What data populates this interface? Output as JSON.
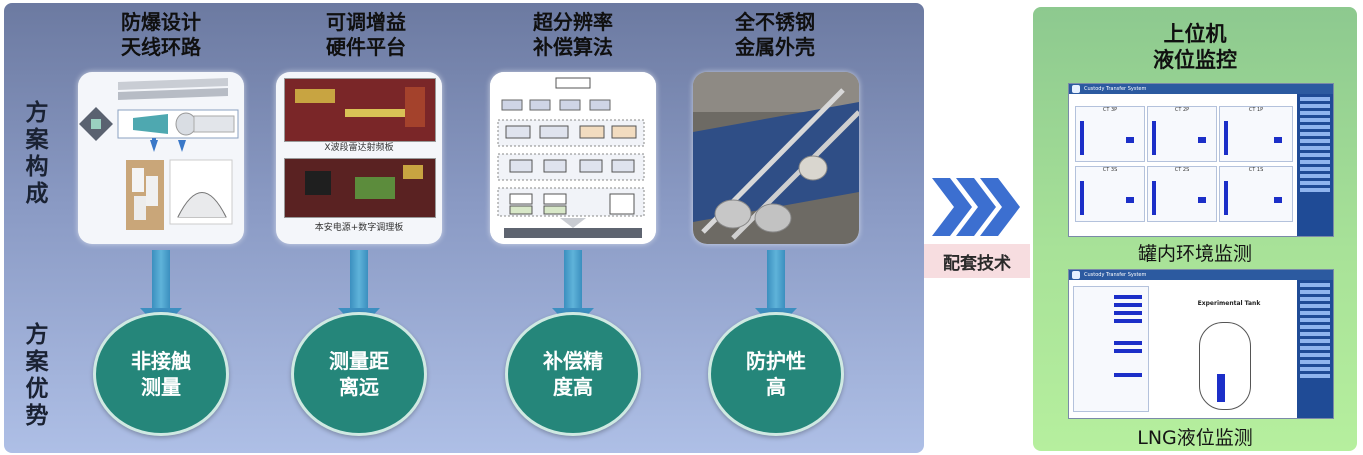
{
  "left": {
    "side_labels": [
      {
        "text": "方案构成"
      },
      {
        "text": "方案优势"
      }
    ],
    "columns": [
      {
        "title_line1": "防爆设计",
        "title_line2": "天线环路",
        "card_icon": "antenna-loop-image",
        "advantage_line1": "非接触",
        "advantage_line2": "测量"
      },
      {
        "title_line1": "可调增益",
        "title_line2": "硬件平台",
        "card_icon": "pcb-board-image",
        "board1_label": "X波段雷达射频板",
        "board2_label": "本安电源+数字调理板",
        "advantage_line1": "测量距",
        "advantage_line2": "离远"
      },
      {
        "title_line1": "超分辨率",
        "title_line2": "补偿算法",
        "card_icon": "algorithm-flowchart-image",
        "advantage_line1": "补偿精",
        "advantage_line2": "度高"
      },
      {
        "title_line1": "全不锈钢",
        "title_line2": "金属外壳",
        "card_icon": "steel-housing-photo",
        "advantage_line1": "防护性",
        "advantage_line2": "高"
      }
    ]
  },
  "middle": {
    "tag": "配套技术",
    "arrow_icon": "triple-chevron-right-icon",
    "arrow_color": "#3c6fd0"
  },
  "right": {
    "title_line1": "上位机",
    "title_line2": "液位监控",
    "screenshot1": {
      "window_title": "Custody Transfer System",
      "caption": "罐内环境监测",
      "tanks": [
        "CT 3P",
        "CT 2P",
        "CT 1P",
        "CT 3S",
        "CT 2S",
        "CT 1S"
      ]
    },
    "screenshot2": {
      "window_title": "Custody Transfer System",
      "caption": "LNG液位监测",
      "panel_title": "Experimental Tank"
    }
  },
  "colors": {
    "circle": "#25867a",
    "arrow": "#3d8fc0",
    "right_panel": "#a8e298"
  }
}
